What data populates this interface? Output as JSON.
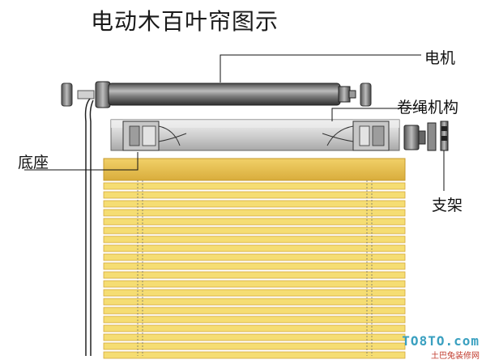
{
  "title": "电动木百叶帘图示",
  "labels": {
    "motor": "电机",
    "winding": "卷绳机构",
    "base": "底座",
    "bracket": "支架"
  },
  "watermark": {
    "site": "TO8TO.com",
    "sub": "土巴兔装修网"
  },
  "colors": {
    "slat": "#f5dd73",
    "slat_edge": "#d4a93a",
    "top_board": "#e8c14a",
    "tube": "#6e6e6e",
    "rail": "#d9d9d9"
  }
}
